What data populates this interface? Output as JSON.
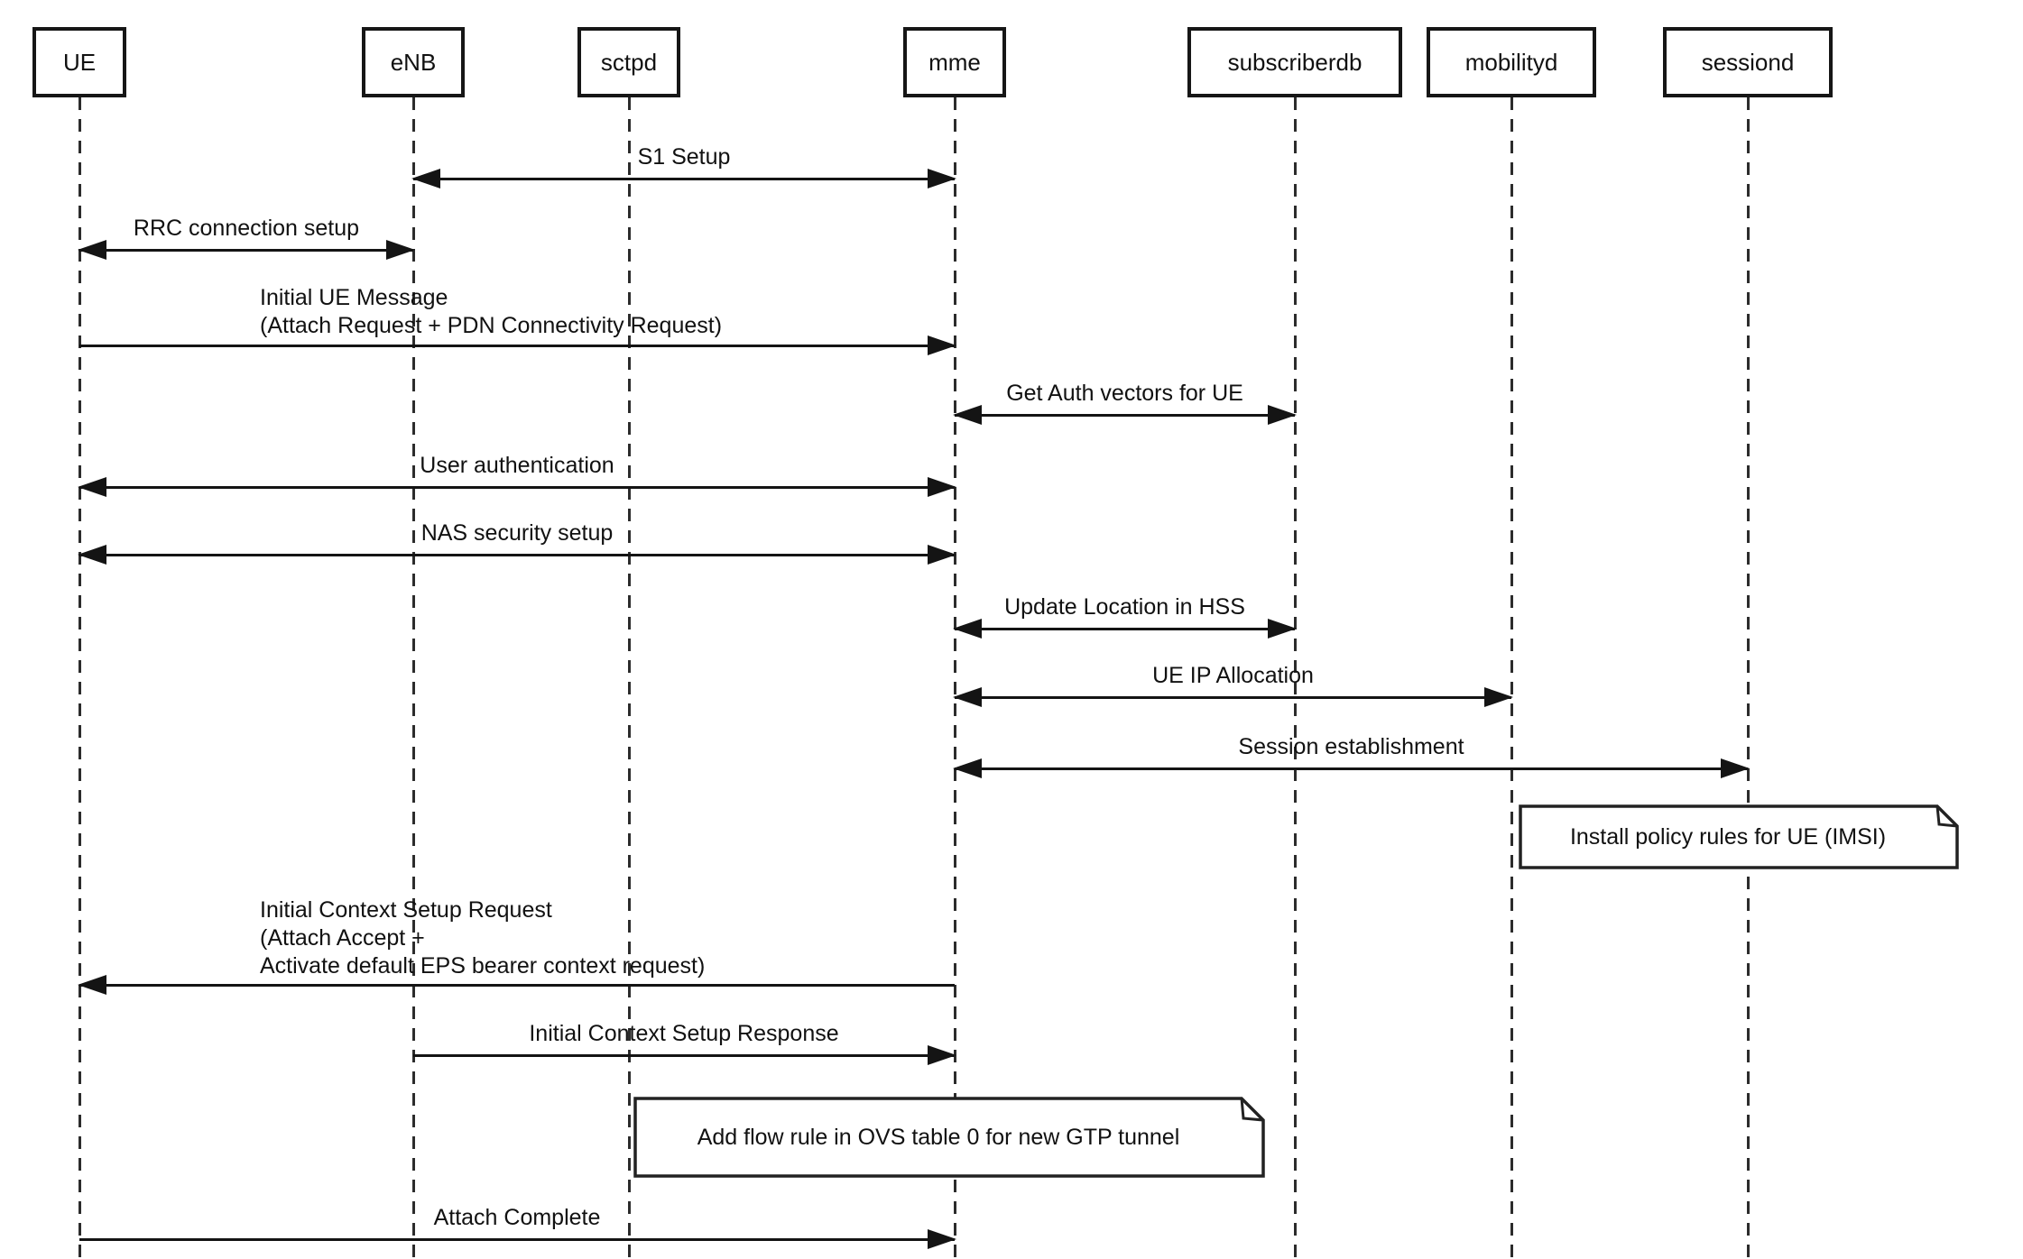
{
  "diagram_type": "sequence-diagram",
  "colors": {
    "line": "#141414",
    "background": "#ffffff"
  },
  "participants": [
    {
      "id": "UE",
      "label": "UE"
    },
    {
      "id": "eNB",
      "label": "eNB"
    },
    {
      "id": "sctpd",
      "label": "sctpd"
    },
    {
      "id": "mme",
      "label": "mme"
    },
    {
      "id": "subscriberdb",
      "label": "subscriberdb"
    },
    {
      "id": "mobilityd",
      "label": "mobilityd"
    },
    {
      "id": "sessiond",
      "label": "sessiond"
    }
  ],
  "messages": [
    {
      "label": "S1 Setup",
      "from": "eNB",
      "to": "mme",
      "arrow": "bidirectional"
    },
    {
      "label": "RRC connection setup",
      "from": "UE",
      "to": "eNB",
      "arrow": "bidirectional"
    },
    {
      "label": "Initial UE Message\n(Attach Request + PDN Connectivity Request)",
      "from": "UE",
      "to": "mme",
      "arrow": "right"
    },
    {
      "label": "Get Auth vectors for UE",
      "from": "mme",
      "to": "subscriberdb",
      "arrow": "bidirectional"
    },
    {
      "label": "User authentication",
      "from": "UE",
      "to": "mme",
      "arrow": "bidirectional"
    },
    {
      "label": "NAS security setup",
      "from": "UE",
      "to": "mme",
      "arrow": "bidirectional"
    },
    {
      "label": "Update Location in HSS",
      "from": "mme",
      "to": "subscriberdb",
      "arrow": "bidirectional"
    },
    {
      "label": "UE IP Allocation",
      "from": "mme",
      "to": "mobilityd",
      "arrow": "bidirectional"
    },
    {
      "label": "Session establishment",
      "from": "mme",
      "to": "sessiond",
      "arrow": "bidirectional"
    },
    {
      "label": "Initial Context Setup Request\n(Attach Accept +\nActivate default EPS bearer context request)",
      "from": "mme",
      "to": "UE",
      "arrow": "left"
    },
    {
      "label": "Initial Context Setup Response",
      "from": "eNB",
      "to": "mme",
      "arrow": "right"
    },
    {
      "label": "Attach Complete",
      "from": "UE",
      "to": "mme",
      "arrow": "right"
    }
  ],
  "notes": [
    {
      "label": "Install policy rules for UE (IMSI)",
      "anchor": "sessiond"
    },
    {
      "label": "Add flow rule in OVS table 0 for new GTP tunnel",
      "anchor": "mme"
    }
  ]
}
